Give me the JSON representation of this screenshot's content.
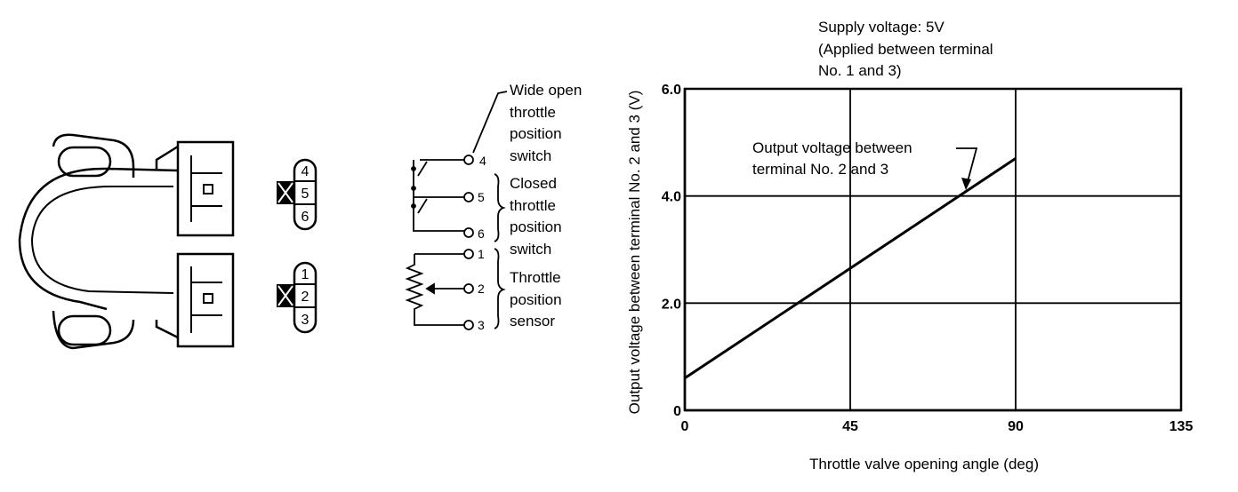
{
  "connector": {
    "upper_pins": [
      "4",
      "5",
      "6"
    ],
    "lower_pins": [
      "1",
      "2",
      "3"
    ]
  },
  "circuit": {
    "terminals": [
      "4",
      "5",
      "6",
      "1",
      "2",
      "3"
    ],
    "labels": {
      "wot": [
        "Wide open",
        "throttle",
        "position",
        "switch"
      ],
      "closed": [
        "Closed",
        "throttle",
        "position",
        "switch"
      ],
      "tps": [
        "Throttle",
        "position",
        "sensor"
      ]
    }
  },
  "chart_data": {
    "type": "line",
    "notes": [
      "Supply voltage: 5V",
      "(Applied between terminal",
      "No. 1 and 3)"
    ],
    "annotation": [
      "Output voltage between",
      "terminal No. 2 and 3"
    ],
    "xlabel": "Throttle valve opening angle (deg)",
    "ylabel": "Output voltage between terminal No. 2 and 3 (V)",
    "x_ticks": [
      "0",
      "45",
      "90",
      "135"
    ],
    "y_ticks": [
      "0",
      "2.0",
      "4.0",
      "6.0"
    ],
    "xlim": [
      0,
      135
    ],
    "ylim": [
      0,
      6
    ],
    "grid": true,
    "series": [
      {
        "x": [
          0,
          90
        ],
        "y": [
          0.6,
          4.7
        ]
      }
    ]
  }
}
